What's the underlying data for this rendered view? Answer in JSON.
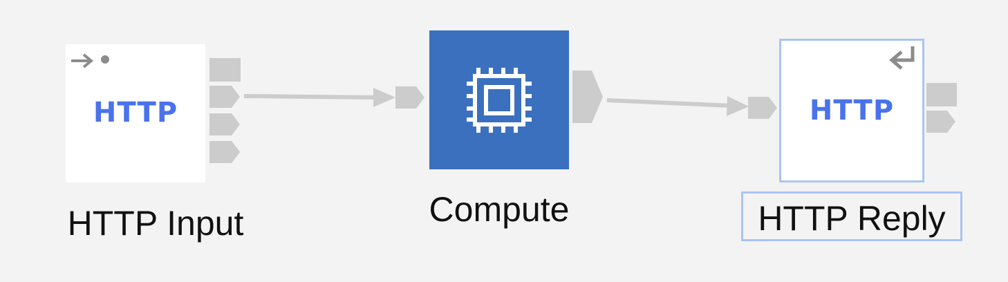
{
  "canvas": {
    "background": "#f4f3f3",
    "wire_color": "#cccccc",
    "terminal_color": "#cccccc"
  },
  "nodes": {
    "http_input": {
      "label": "HTTP Input",
      "badge": "HTTP",
      "icon": "input-arrow-icon",
      "badge_color": "#4a72ec"
    },
    "compute": {
      "label": "Compute",
      "icon": "processor-chip-icon",
      "fill_color": "#3a70be"
    },
    "http_reply": {
      "label": "HTTP Reply",
      "badge": "HTTP",
      "icon": "reply-arrow-icon",
      "badge_color": "#4a72ec",
      "selected": true,
      "selection_color": "#a9c4f3"
    }
  },
  "connections": [
    {
      "from": "HTTP Input",
      "to": "Compute"
    },
    {
      "from": "Compute",
      "to": "HTTP Reply"
    }
  ]
}
